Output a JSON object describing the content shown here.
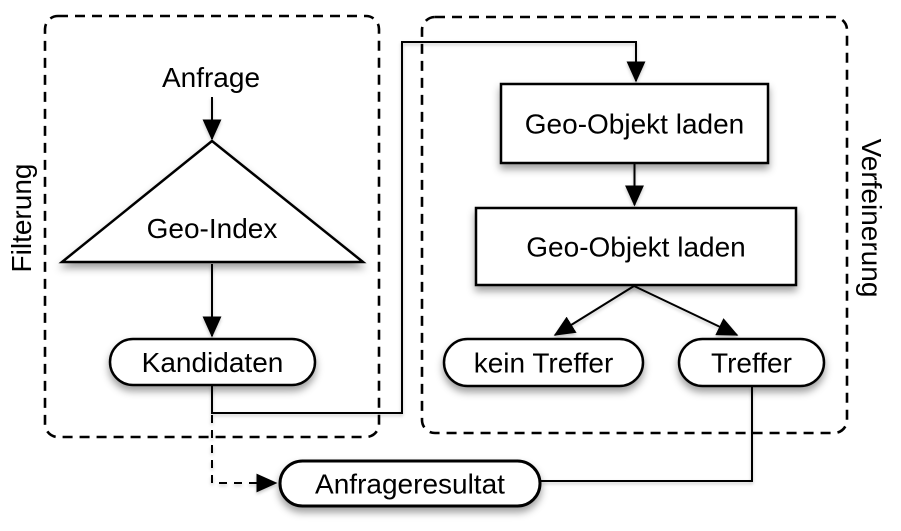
{
  "colors": {
    "stroke": "#000000",
    "node_fill": "#ffffff",
    "background": "#ffffff",
    "shadow": "rgba(0,0,0,0.38)"
  },
  "phases": {
    "filterung": {
      "label": "Filterung"
    },
    "verfeinerung": {
      "label": "Verfeinerung"
    }
  },
  "nodes": {
    "anfrage": {
      "label": "Anfrage",
      "shape": "plain-text"
    },
    "geo_index": {
      "label": "Geo-Index",
      "shape": "triangle"
    },
    "kandidaten": {
      "label": "Kandidaten",
      "shape": "stadium"
    },
    "geo_objekt_laden_1": {
      "label": "Geo-Objekt laden",
      "shape": "rectangle"
    },
    "geo_objekt_laden_2": {
      "label": "Geo-Objekt laden",
      "shape": "rectangle"
    },
    "kein_treffer": {
      "label": "kein Treffer",
      "shape": "stadium"
    },
    "treffer": {
      "label": "Treffer",
      "shape": "stadium"
    },
    "anfrageresultat": {
      "label": "Anfrageresultat",
      "shape": "stadium"
    }
  },
  "edges": [
    {
      "from": "anfrage",
      "to": "geo_index",
      "style": "solid",
      "arrow": true
    },
    {
      "from": "geo_index",
      "to": "kandidaten",
      "style": "solid",
      "arrow": true
    },
    {
      "from": "kandidaten",
      "to": "geo_objekt_laden_1",
      "style": "solid",
      "arrow": true
    },
    {
      "from": "geo_objekt_laden_1",
      "to": "geo_objekt_laden_2",
      "style": "solid",
      "arrow": true
    },
    {
      "from": "geo_objekt_laden_2",
      "to": "kein_treffer",
      "style": "solid",
      "arrow": true
    },
    {
      "from": "geo_objekt_laden_2",
      "to": "treffer",
      "style": "solid",
      "arrow": true
    },
    {
      "from": "treffer",
      "to": "anfrageresultat",
      "style": "solid",
      "arrow": false
    },
    {
      "from": "kandidaten",
      "to": "anfrageresultat",
      "style": "dashed",
      "arrow": true
    }
  ]
}
